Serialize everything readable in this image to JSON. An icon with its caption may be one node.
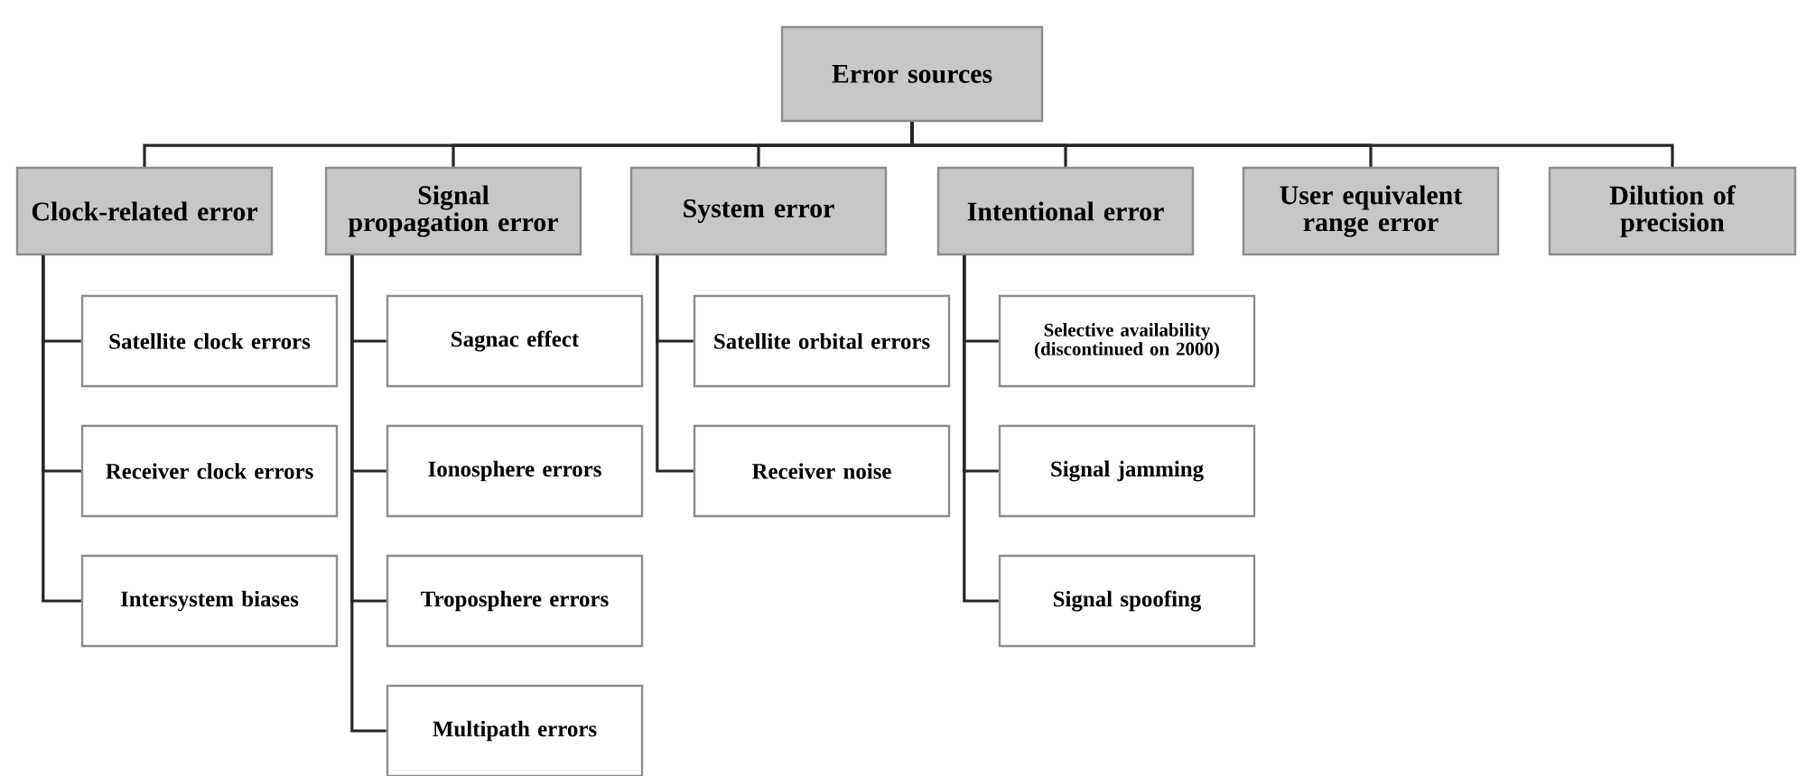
{
  "diagram": {
    "nodes": [
      {
        "text": [
          "Error sources"
        ]
      },
      {
        "text": [
          "Clock-related error"
        ]
      },
      {
        "text": [
          "Signal propagation error"
        ]
      },
      {
        "text": [
          "System error"
        ]
      },
      {
        "text": [
          "Intentional error"
        ]
      },
      {
        "text": [
          "User equivalent range error"
        ]
      },
      {
        "text": [
          "Dilution of precision"
        ]
      },
      {
        "text": [
          "Satellite clock errors"
        ]
      },
      {
        "text": [
          "Receiver clock errors"
        ]
      },
      {
        "text": [
          "Intersystem biases"
        ]
      },
      {
        "text": [
          "Sagnac effect"
        ]
      },
      {
        "text": [
          "Ionosphere errors"
        ]
      },
      {
        "text": [
          "Troposphere errors"
        ]
      },
      {
        "text": [
          "Multipath errors"
        ]
      },
      {
        "text": [
          "Satellite orbital errors"
        ]
      },
      {
        "text": [
          "Receiver noise"
        ]
      },
      {
        "text": [
          "Selective availability (discontinued on 2000)"
        ]
      },
      {
        "text": [
          "Signal jamming"
        ]
      },
      {
        "text": [
          "Signal spoofing"
        ]
      }
    ],
    "edges": [
      {
        "from": 0,
        "to": 1,
        "arrow": "none"
      },
      {
        "from": 0,
        "to": 2,
        "arrow": "none"
      },
      {
        "from": 0,
        "to": 3,
        "arrow": "none"
      },
      {
        "from": 0,
        "to": 4,
        "arrow": "none"
      },
      {
        "from": 0,
        "to": 5,
        "arrow": "none"
      },
      {
        "from": 0,
        "to": 6,
        "arrow": "none"
      },
      {
        "from": 1,
        "to": 7,
        "arrow": "none"
      },
      {
        "from": 1,
        "to": 8,
        "arrow": "none"
      },
      {
        "from": 1,
        "to": 9,
        "arrow": "none"
      },
      {
        "from": 2,
        "to": 10,
        "arrow": "none"
      },
      {
        "from": 2,
        "to": 11,
        "arrow": "none"
      },
      {
        "from": 2,
        "to": 12,
        "arrow": "none"
      },
      {
        "from": 2,
        "to": 13,
        "arrow": "none"
      },
      {
        "from": 3,
        "to": 14,
        "arrow": "none"
      },
      {
        "from": 3,
        "to": 15,
        "arrow": "none"
      },
      {
        "from": 4,
        "to": 16,
        "arrow": "none"
      },
      {
        "from": 4,
        "to": 17,
        "arrow": "none"
      },
      {
        "from": 4,
        "to": 18,
        "arrow": "none"
      }
    ]
  }
}
